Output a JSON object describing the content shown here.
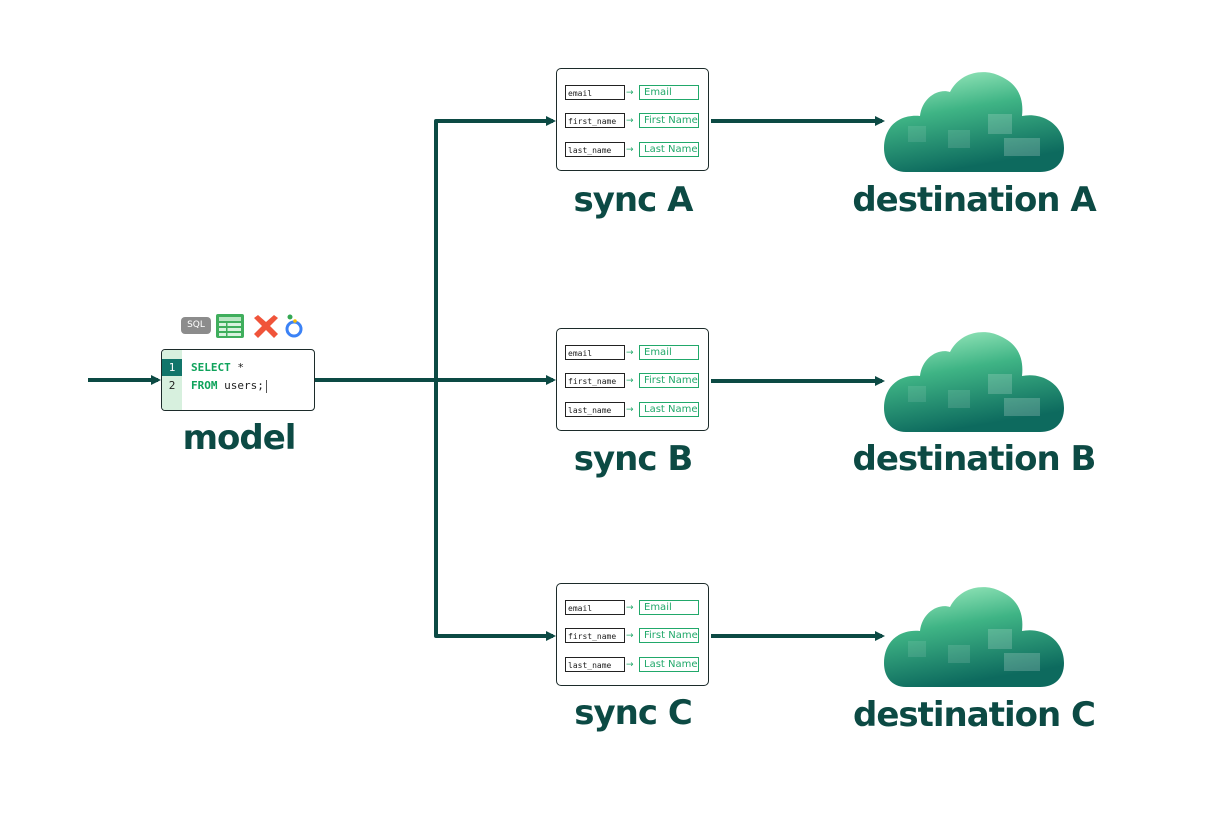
{
  "colors": {
    "connector": "#0c4a44",
    "accent_green": "#21a86a",
    "cloud_light": "#8fe6b0",
    "cloud_dark": "#11756a"
  },
  "model": {
    "label": "model",
    "tool_icons": [
      "sql-icon",
      "spreadsheet-icon",
      "dbt-icon",
      "looker-icon"
    ],
    "sql_badge": "SQL",
    "code_lines": [
      {
        "number": "1",
        "keyword": "SELECT",
        "rest": " *"
      },
      {
        "number": "2",
        "keyword": "FROM",
        "rest": " users;"
      }
    ]
  },
  "syncs": [
    {
      "label": "sync A",
      "mappings": [
        {
          "source": "email",
          "destination": "Email"
        },
        {
          "source": "first_name",
          "destination": "First Name"
        },
        {
          "source": "last_name",
          "destination": "Last Name"
        }
      ]
    },
    {
      "label": "sync B",
      "mappings": [
        {
          "source": "email",
          "destination": "Email"
        },
        {
          "source": "first_name",
          "destination": "First Name"
        },
        {
          "source": "last_name",
          "destination": "Last Name"
        }
      ]
    },
    {
      "label": "sync C",
      "mappings": [
        {
          "source": "email",
          "destination": "Email"
        },
        {
          "source": "first_name",
          "destination": "First Name"
        },
        {
          "source": "last_name",
          "destination": "Last Name"
        }
      ]
    }
  ],
  "destinations": [
    {
      "label": "destination A",
      "icon": "cloud-icon"
    },
    {
      "label": "destination B",
      "icon": "cloud-icon"
    },
    {
      "label": "destination C",
      "icon": "cloud-icon"
    }
  ]
}
